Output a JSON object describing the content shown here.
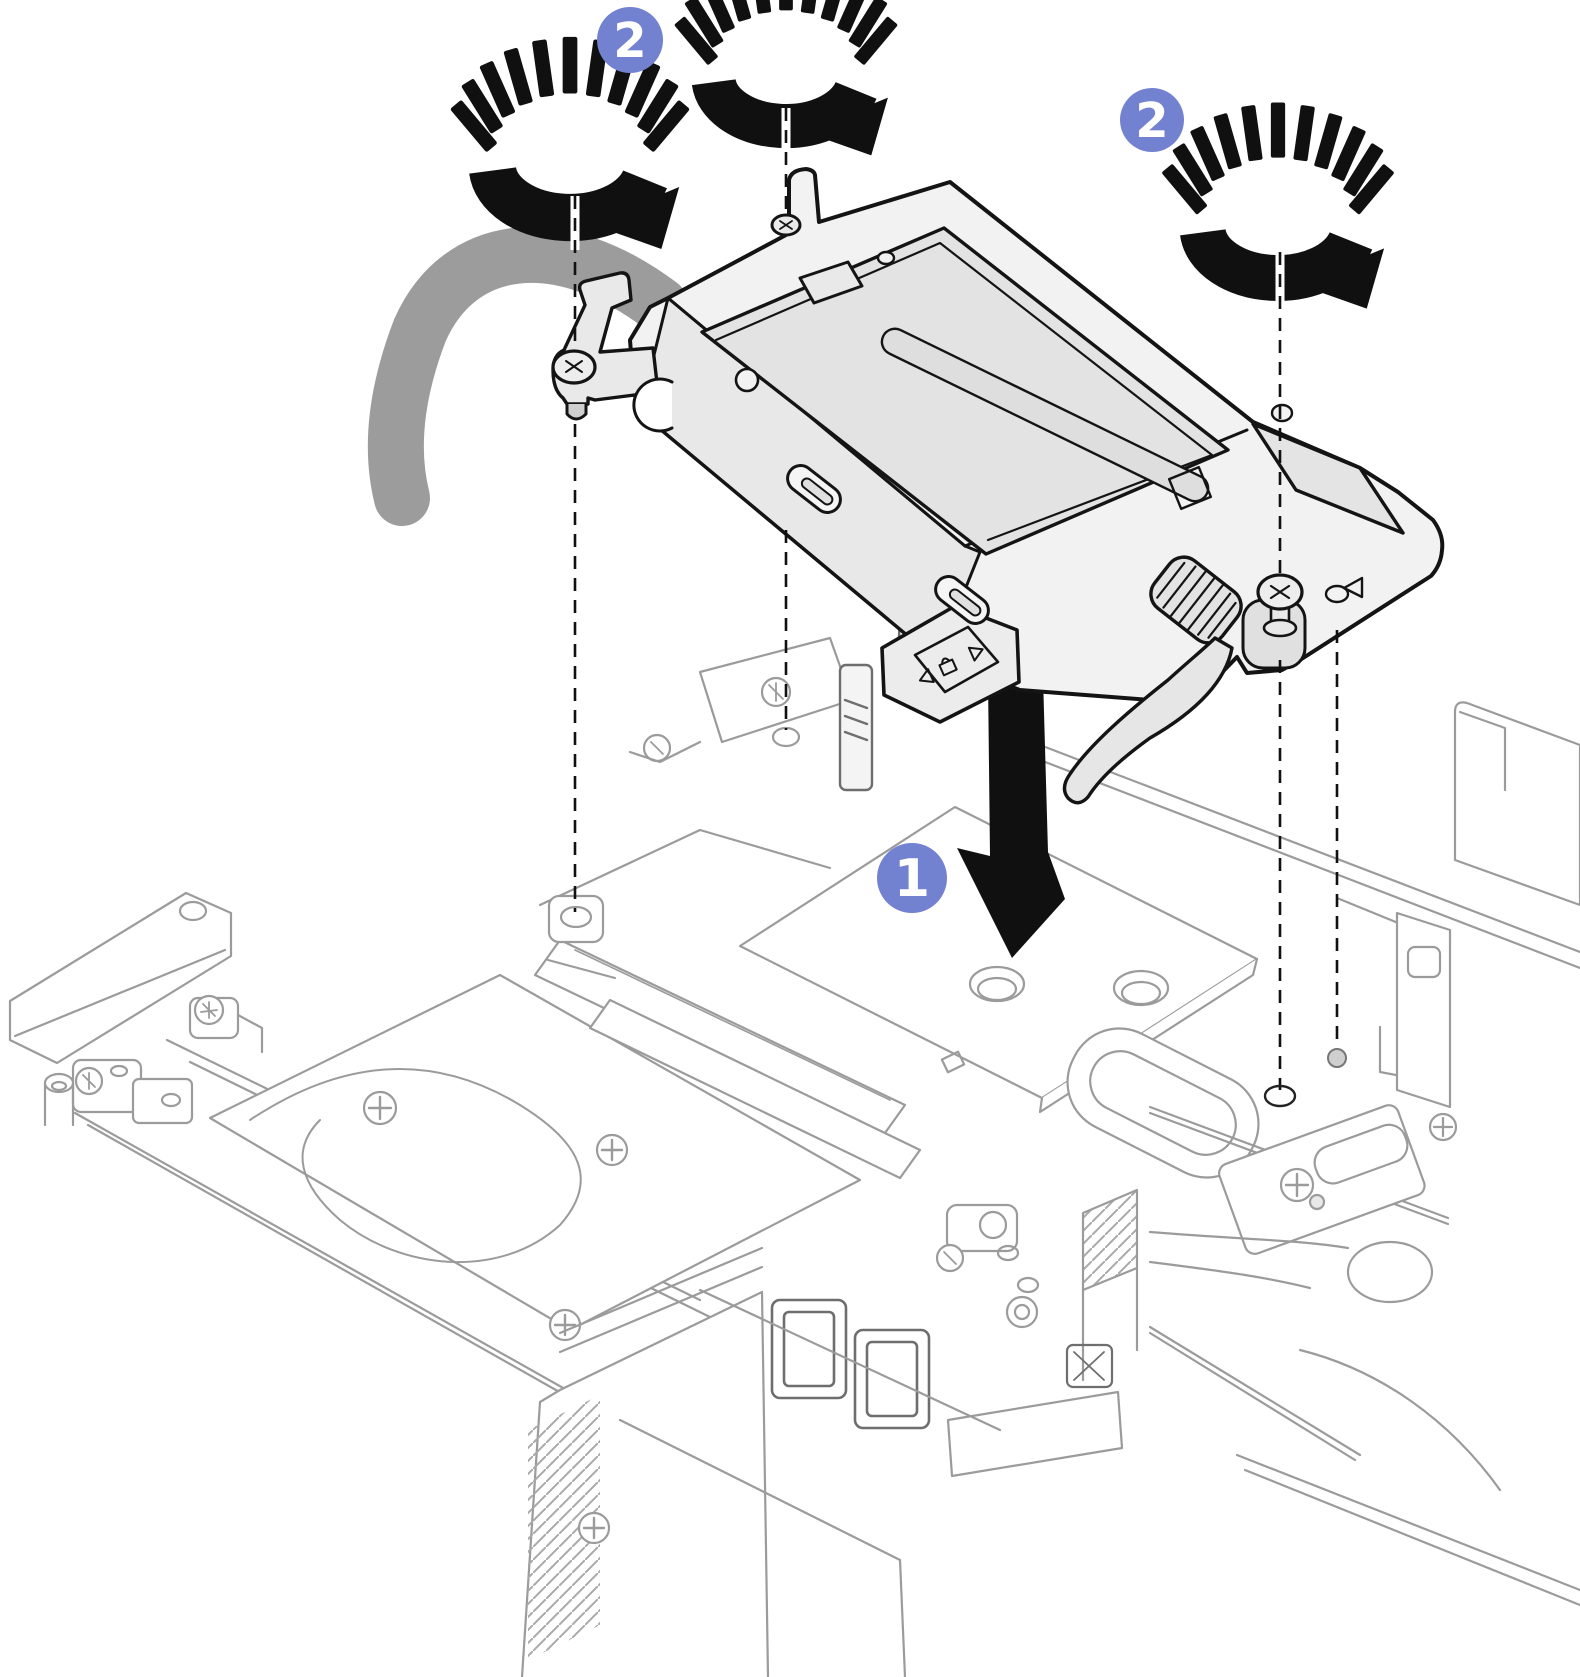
{
  "figure": {
    "background": "#ffffff",
    "accent": "#7381d1",
    "ink": "#141414",
    "chassis_line": "#9b9b9b",
    "cable_gray": "#9c9c9c",
    "steps": [
      {
        "label": "1",
        "action": "lower-drive-cage"
      },
      {
        "label": "2",
        "action": "tighten-captive-screws"
      },
      {
        "label": "2",
        "action": "tighten-captive-screw-right"
      }
    ],
    "icons": [
      "rotate-clockwise-screw-icon",
      "press-down-arrow-icon",
      "unlock-latch-icon"
    ]
  }
}
